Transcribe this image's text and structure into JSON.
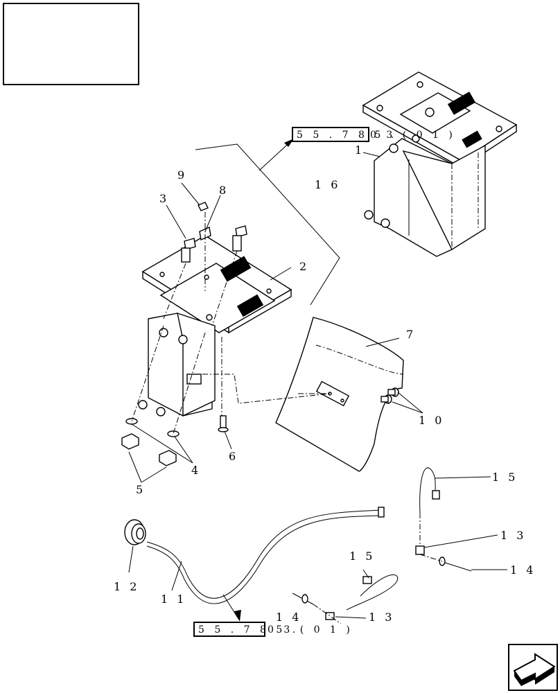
{
  "diagram": {
    "title_box_text": "",
    "callouts": {
      "c1": "1",
      "c2": "2",
      "c3": "3",
      "c4": "4",
      "c5": "5",
      "c6": "6",
      "c7": "7",
      "c8": "8",
      "c9": "9",
      "c10": "1 0",
      "c11": "1 1",
      "c12": "1 2",
      "c13a": "1 3",
      "c13b": "1 3",
      "c14a": "1 4",
      "c14b": "1 4",
      "c15a": "1 5",
      "c15b": "1 5",
      "c16": "1 6"
    },
    "references": {
      "top": {
        "boxed": "5 5 . 7 8 5 .",
        "suffix": "0 3 ( 0 1 )"
      },
      "bottom": {
        "boxed": "5 5 . 7 8 5 .",
        "suffix": "0 3 ( 0 1 )"
      }
    },
    "nav_icon": "next-page-arrow-icon"
  }
}
